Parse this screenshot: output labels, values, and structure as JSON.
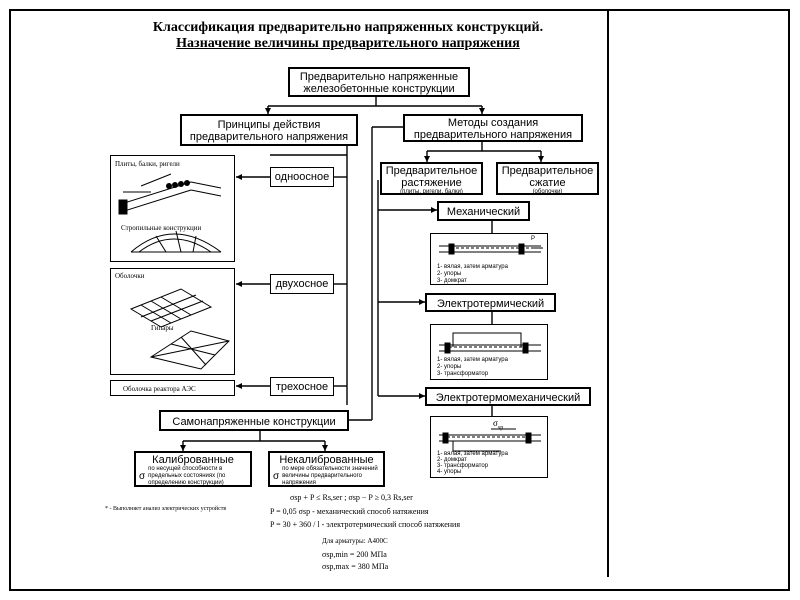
{
  "title": {
    "line1": "Классификация предварительно напряженных конструкций.",
    "line2": "Назначение величины предварительного напряжения"
  },
  "boxes": {
    "top": "Предварительно напряженные железобетонные конструкции",
    "principles": "Принципы действия предварительного напряжения",
    "methods": "Методы создания предварительного напряжения",
    "tension": "Предварительное растяжение",
    "tension_note": "(плиты, ригели, балки)",
    "compression": "Предварительное сжатие",
    "compression_note": "(оболочки)",
    "uniaxial": "одноосное",
    "biaxial": "двухосное",
    "triaxial": "трехосное",
    "mechanical": "Механический",
    "electrothermal": "Электротермический",
    "electrothermomech": "Электротермомеханический",
    "self_stressed": "Самонапряженные конструкции",
    "calibrated": "Калиброванные",
    "calibrated_note": "по несущей способности в предельных состояниях (по определению конструкции)",
    "calibrated_sigma": "σ",
    "uncalibrated": "Некалиброванные",
    "uncalibrated_note": "по мере обязательности значений величины предварительного напряжения",
    "uncalibrated_sigma": "σ"
  },
  "panels": {
    "beams": "Плиты, балки, ригели",
    "roof": "Стропильные конструкции",
    "shells": "Оболочки",
    "tanks": "Гипары",
    "reactor": "Оболочка реактора АЭС",
    "p_label": "P",
    "legend_mech": [
      "1- вялая, затем арматура",
      "2- упоры",
      "3- домкрат"
    ],
    "legend_el": [
      "1- вялая, затем арматура",
      "2- упоры",
      "3- трансформатор"
    ],
    "legend_etm": [
      "1- вялая, затем арматура",
      "2- домкрат",
      "3- трансформатор",
      "4- упоры"
    ],
    "sigma_sp": "σ",
    "sigma_sub": "sp"
  },
  "footnote": "* - Выполняет анализ электрических устройств",
  "formulas": {
    "f1": "σsp + P ≤ Rs,ser ; σsp − P ≥ 0,3 Rs,ser",
    "f2": "P = 0,05 σsp - механический способ натяжения",
    "f3": "P = 30 + 360 / l - электротермический способ натяжения",
    "f4": "Для арматуры: A400C",
    "f5": "σsp,min = 200 МПа",
    "f6": "σsp,max = 380 МПа"
  }
}
